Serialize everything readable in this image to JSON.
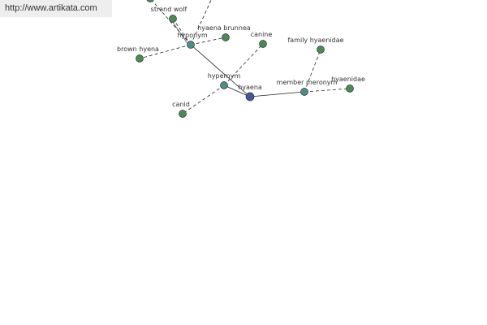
{
  "url": "http://www.artikata.com",
  "colors": {
    "root": "#405a96",
    "relation": "#4e8c86",
    "leaf": "#4a8a55",
    "stroke": "#333333",
    "edge": "#222222"
  },
  "nodes": [
    {
      "id": "hyaena",
      "label": "hyaena",
      "kind": "root"
    },
    {
      "id": "hyponym",
      "label": "hyponym",
      "kind": "relation"
    },
    {
      "id": "hypernym",
      "label": "hypernym",
      "kind": "relation"
    },
    {
      "id": "member_meronym",
      "label": "member meronym",
      "kind": "relation"
    },
    {
      "id": "strand_wolf",
      "label": "strand wolf",
      "kind": "leaf"
    },
    {
      "id": "hyaena_brunnea",
      "label": "hyaena brunnea",
      "kind": "leaf"
    },
    {
      "id": "brown_hyena",
      "label": "brown hyena",
      "kind": "leaf"
    },
    {
      "id": "canine",
      "label": "canine",
      "kind": "leaf"
    },
    {
      "id": "canid",
      "label": "canid",
      "kind": "leaf"
    },
    {
      "id": "family_hyaenidae",
      "label": "family hyaenidae",
      "kind": "leaf"
    },
    {
      "id": "hyaenidae",
      "label": "hyaenidae",
      "kind": "leaf"
    },
    {
      "id": "offscreen_leaf",
      "label": "",
      "kind": "leaf"
    }
  ],
  "edges": [
    {
      "from": "hyaena",
      "to": "hyponym",
      "style": "solid"
    },
    {
      "from": "hyaena",
      "to": "hypernym",
      "style": "solid"
    },
    {
      "from": "hyaena",
      "to": "member_meronym",
      "style": "solid"
    },
    {
      "from": "hyponym",
      "to": "strand_wolf",
      "style": "dashed"
    },
    {
      "from": "hyponym",
      "to": "hyaena_brunnea",
      "style": "dashed"
    },
    {
      "from": "hyponym",
      "to": "brown_hyena",
      "style": "dashed"
    },
    {
      "from": "hyponym",
      "to": "offscreen_leaf",
      "style": "dashed"
    },
    {
      "from": "hypernym",
      "to": "canine",
      "style": "dashed"
    },
    {
      "from": "hypernym",
      "to": "canid",
      "style": "dashed"
    },
    {
      "from": "member_meronym",
      "to": "family_hyaenidae",
      "style": "dashed"
    },
    {
      "from": "member_meronym",
      "to": "hyaenidae",
      "style": "dashed"
    }
  ]
}
